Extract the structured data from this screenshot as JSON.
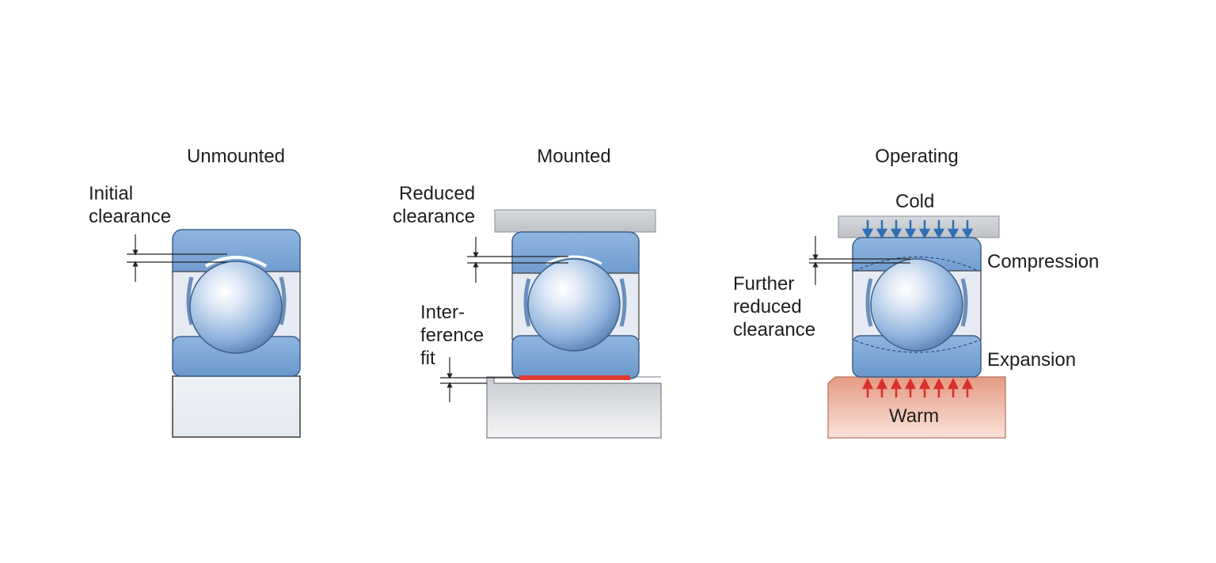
{
  "panels": [
    {
      "title": "Unmounted",
      "labels": {
        "clearance": [
          "Initial",
          "clearance"
        ]
      }
    },
    {
      "title": "Mounted",
      "labels": {
        "clearance": [
          "Reduced",
          "clearance"
        ],
        "fit": [
          "Inter-",
          "ference",
          "fit"
        ]
      }
    },
    {
      "title": "Operating",
      "labels": {
        "top": "Cold",
        "bottom": "Warm",
        "compression": "Compression",
        "expansion": "Expansion",
        "clearance": [
          "Further",
          "reduced",
          "clearance"
        ]
      }
    }
  ],
  "colors": {
    "ring_blue": "#7aa6d6",
    "ring_edge": "#3d5f8a",
    "ball_light": "#eef4fb",
    "ball_dark": "#6e9ccd",
    "housing_gray": "#cfd2d6",
    "shaft_warm": "#e8a48d",
    "arrow_cold": "#2f6fb5",
    "arrow_warm": "#d9302a",
    "interference_red": "#e03a32"
  }
}
